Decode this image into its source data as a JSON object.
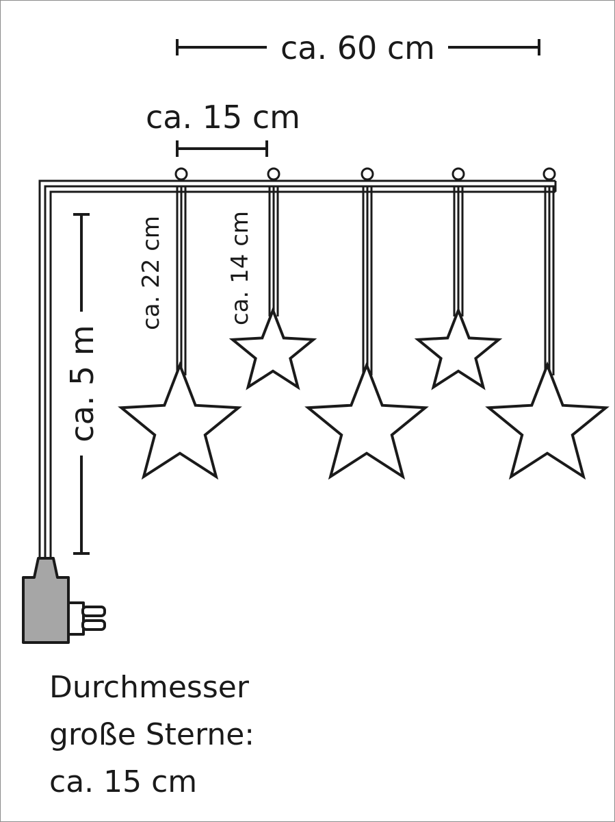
{
  "dimensions": {
    "total_width": "ca. 60 cm",
    "star_spacing": "ca. 15 cm",
    "long_drop": "ca. 22 cm",
    "short_drop": "ca. 14 cm",
    "lead_cable": "ca. 5 m"
  },
  "caption": {
    "line1": "Durchmesser",
    "line2": "große Sterne:",
    "line3": "ca. 15 cm"
  },
  "colors": {
    "line": "#1a1a1a",
    "plug_body": "#a6a6a6",
    "background": "#ffffff"
  }
}
